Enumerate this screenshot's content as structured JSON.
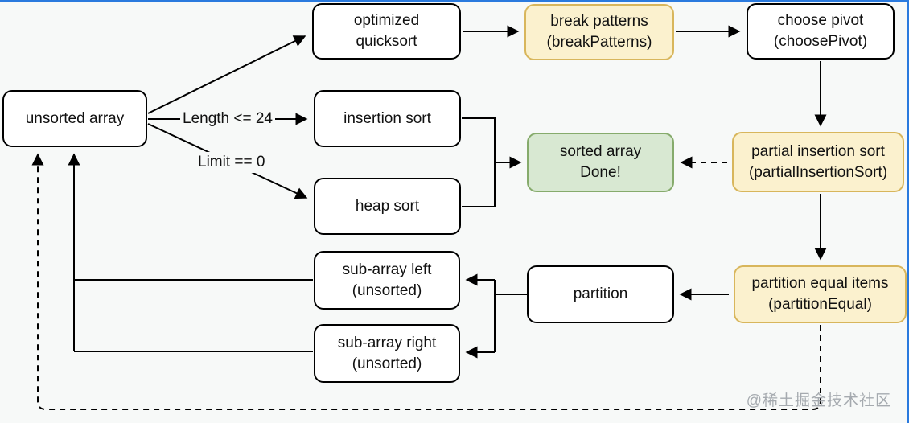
{
  "diagram": {
    "nodes": {
      "unsorted": {
        "line1": "unsorted array",
        "line2": ""
      },
      "optimized": {
        "line1": "optimized",
        "line2": "quicksort"
      },
      "break": {
        "line1": "break patterns",
        "line2": "(breakPatterns)"
      },
      "choose": {
        "line1": "choose pivot",
        "line2": "(choosePivot)"
      },
      "insertion": {
        "line1": "insertion sort",
        "line2": ""
      },
      "heap": {
        "line1": "heap sort",
        "line2": ""
      },
      "sorted": {
        "line1": "sorted array",
        "line2": "Done!"
      },
      "partial": {
        "line1": "partial insertion sort",
        "line2": "(partialInsertionSort)"
      },
      "subleft": {
        "line1": "sub-array left",
        "line2": "(unsorted)"
      },
      "subright": {
        "line1": "sub-array right",
        "line2": "(unsorted)"
      },
      "partition": {
        "line1": "partition",
        "line2": ""
      },
      "partequal": {
        "line1": "partition equal items",
        "line2": "(partitionEqual)"
      }
    },
    "edge_labels": {
      "length_condition": "Length <= 24",
      "limit_condition": "Limit == 0"
    },
    "watermark": "@稀土掘金技术社区",
    "colors": {
      "plain_fill": "#ffffff",
      "plain_border": "#000000",
      "highlight_fill": "#fbf1ce",
      "highlight_border": "#d8b65c",
      "done_fill": "#d8e8d2",
      "done_border": "#86ab6c",
      "frame_blue": "#2a7ade",
      "wire_black": "#000000",
      "watermark_gray": "#969ca2"
    }
  }
}
